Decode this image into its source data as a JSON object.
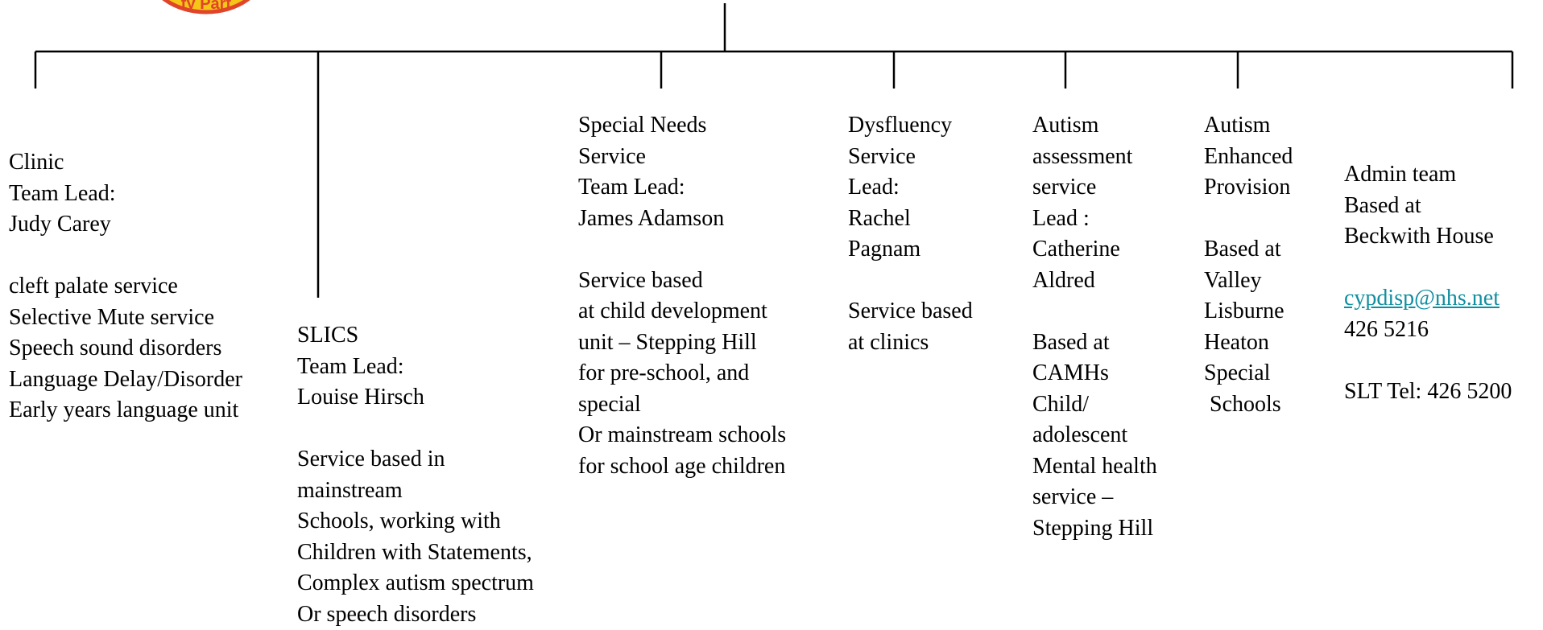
{
  "logo": {
    "partial_text": "ty Part"
  },
  "columns": [
    {
      "name": "clinic",
      "paragraphs": [
        [
          "Clinic",
          "Team Lead:",
          "Judy Carey"
        ],
        [
          "cleft palate service",
          "Selective Mute service",
          "Speech sound disorders",
          "Language Delay/Disorder",
          "Early years language unit"
        ]
      ]
    },
    {
      "name": "slics",
      "paragraphs": [
        [
          "SLICS",
          "Team Lead:",
          "Louise Hirsch"
        ],
        [
          "Service based in",
          "mainstream",
          "Schools, working with",
          "Children with Statements,",
          "Complex autism spectrum",
          "Or speech disorders"
        ]
      ]
    },
    {
      "name": "special-needs",
      "paragraphs": [
        [
          "Special Needs",
          "Service",
          "Team Lead:",
          "James Adamson"
        ],
        [
          "Service based",
          "at child development",
          "unit – Stepping Hill",
          "for pre-school, and",
          "special",
          "Or mainstream schools",
          "for school age children"
        ]
      ]
    },
    {
      "name": "dysfluency",
      "paragraphs": [
        [
          "Dysfluency",
          "Service",
          "Lead:",
          "Rachel",
          "Pagnam"
        ],
        [
          "Service based",
          "at clinics"
        ]
      ]
    },
    {
      "name": "autism-assessment",
      "paragraphs": [
        [
          "Autism",
          "assessment",
          "service",
          "Lead :",
          "Catherine",
          "Aldred"
        ],
        [
          "Based at",
          "CAMHs",
          "Child/",
          "adolescent",
          "Mental health",
          "service –",
          "Stepping Hill"
        ]
      ]
    },
    {
      "name": "autism-enhanced",
      "paragraphs": [
        [
          "Autism",
          "Enhanced",
          "Provision"
        ],
        [
          "Based at",
          "Valley",
          "Lisburne",
          "Heaton",
          "Special",
          " Schools"
        ]
      ]
    }
  ],
  "admin": {
    "lines": [
      "Admin team",
      "Based at",
      "Beckwith House"
    ],
    "email": "cypdisp@nhs.net",
    "phone": "426 5216",
    "slt_tel": "SLT Tel: 426 5200"
  },
  "colors": {
    "line": "#000000",
    "link": "#0f8fa0",
    "logo_fill": "#f5c518",
    "logo_stroke": "#e0452a"
  }
}
